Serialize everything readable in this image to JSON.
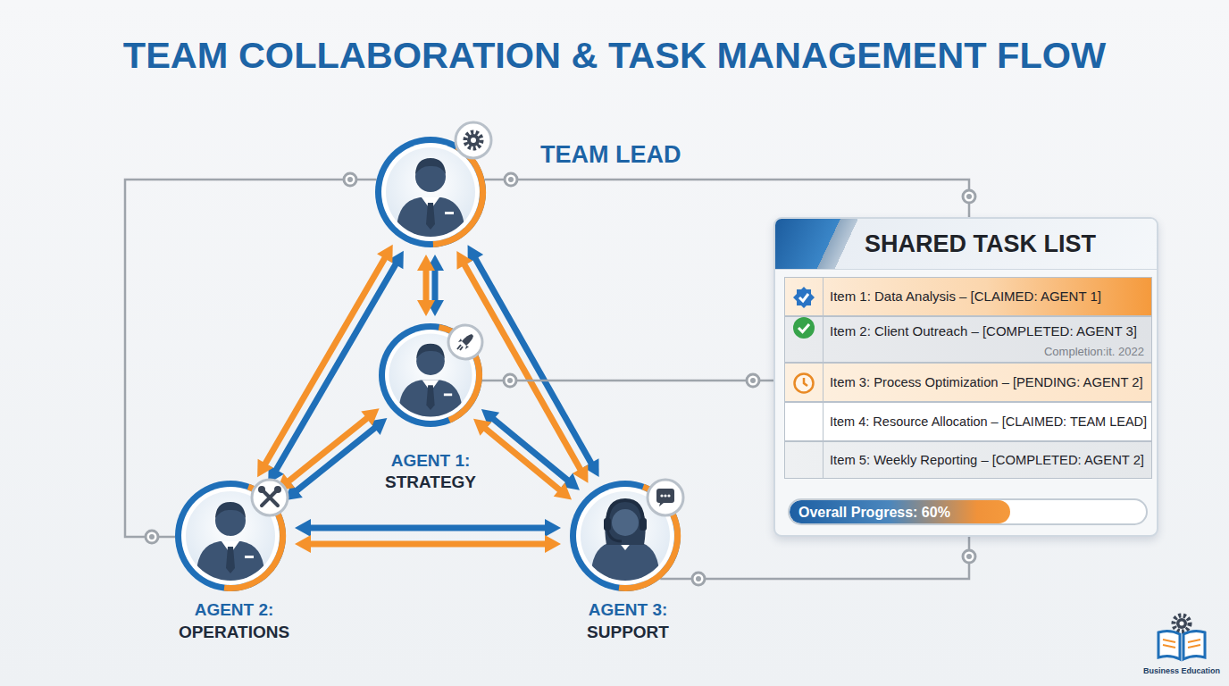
{
  "diagram": {
    "title": "TEAM COLLABORATION & TASK MANAGEMENT FLOW",
    "nodes": [
      {
        "text": [
          "TEAM LEAD"
        ]
      },
      {
        "text": [
          "AGENT 1:",
          "STRATEGY"
        ]
      },
      {
        "text": [
          "AGENT 2:",
          "OPERATIONS"
        ]
      },
      {
        "text": [
          "AGENT 3:",
          "SUPPORT"
        ]
      },
      {
        "text": [
          "SHARED TASK LIST"
        ]
      },
      {
        "text": [
          "Item 1: Data Analysis – [CLAIMED: AGENT 1]"
        ],
        "in": 4
      },
      {
        "text": [
          "Item 2: Client Outreach – [COMPLETED: AGENT 3]",
          "Completion:it. 2022"
        ],
        "in": 4
      },
      {
        "text": [
          "Item 3: Process Optimization – [PENDING: AGENT 2]"
        ],
        "in": 4
      },
      {
        "text": [
          "Item 4: Resource Allocation – [CLAIMED: TEAM LEAD]"
        ],
        "in": 4
      },
      {
        "text": [
          "Item 5: Weekly Reporting – [COMPLETED: AGENT 2]"
        ],
        "in": 4
      },
      {
        "text": [
          "Overall Progress: 60%"
        ],
        "in": 4
      }
    ],
    "edges": [
      {
        "from": 0,
        "to": 1,
        "arrow": "both"
      },
      {
        "from": 0,
        "to": 2,
        "arrow": "both"
      },
      {
        "from": 0,
        "to": 3,
        "arrow": "both"
      },
      {
        "from": 1,
        "to": 2,
        "arrow": "both"
      },
      {
        "from": 1,
        "to": 3,
        "arrow": "both"
      },
      {
        "from": 2,
        "to": 3,
        "arrow": "both"
      },
      {
        "from": 0,
        "to": 4,
        "arrow": "none"
      },
      {
        "from": 1,
        "to": 4,
        "arrow": "none"
      },
      {
        "from": 3,
        "to": 4,
        "arrow": "none"
      },
      {
        "from": 0,
        "to": 2,
        "arrow": "none"
      }
    ],
    "labels": [
      "Business Education"
    ]
  }
}
